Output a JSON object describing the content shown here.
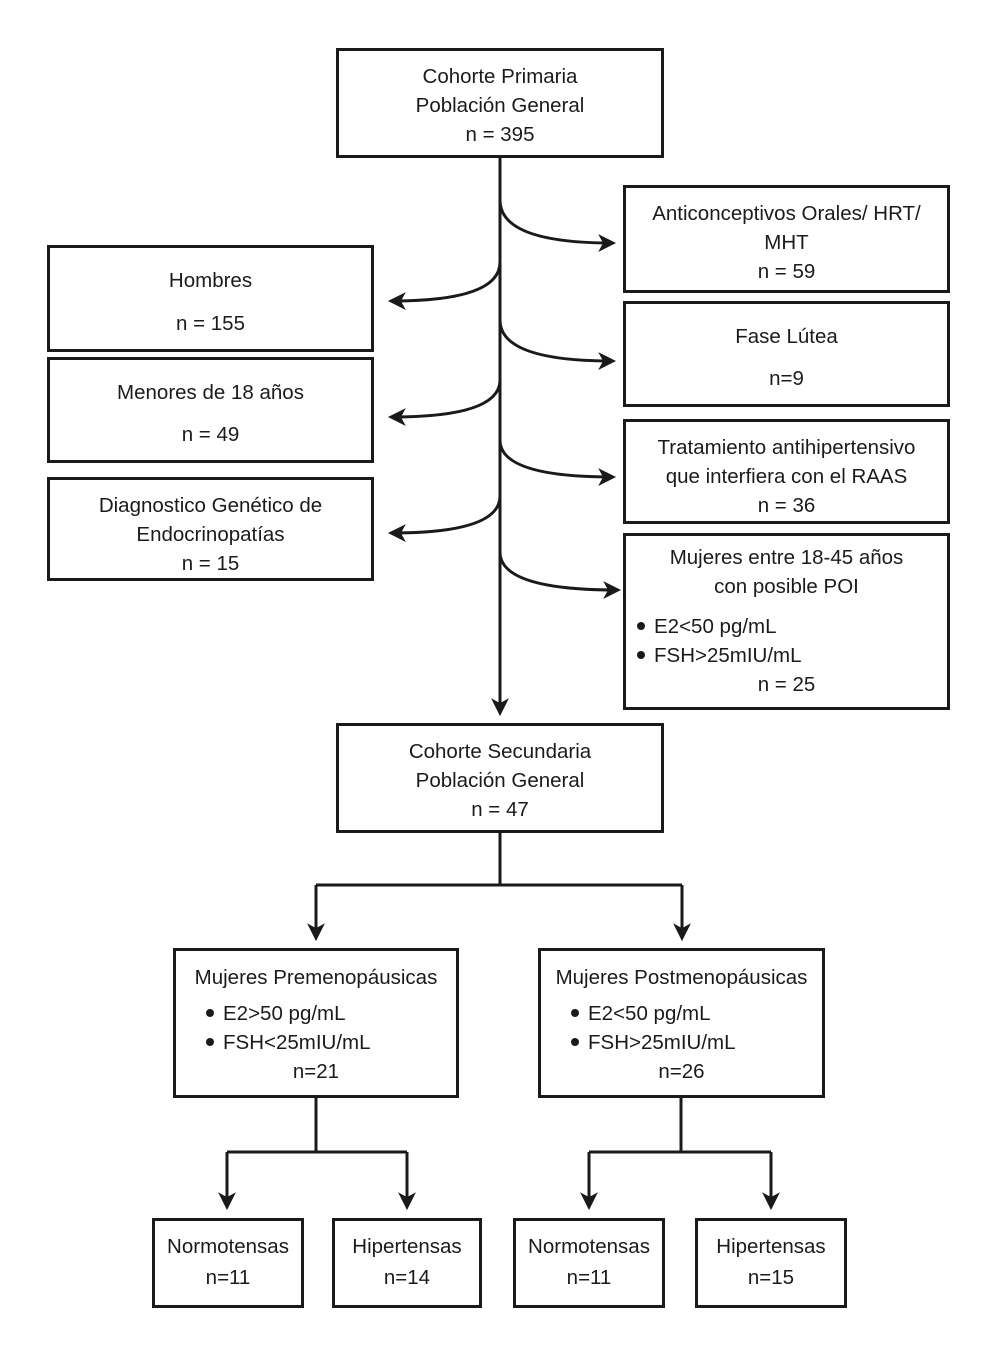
{
  "diagram": {
    "background_color": "#ffffff",
    "line_color": "#1a1a1a",
    "nodes": {
      "cohorte_primaria": {
        "title1": "Cohorte Primaria",
        "title2": "Población General",
        "n": "n = 395"
      },
      "anticonceptivos": {
        "title1": "Anticonceptivos Orales/ HRT/",
        "title2": "MHT",
        "n": "n = 59"
      },
      "fase_lutea": {
        "title1": "Fase Lútea",
        "n": "n=9"
      },
      "tratamiento": {
        "title1": "Tratamiento antihipertensivo",
        "title2": "que interfiera con el RAAS",
        "n": "n = 36"
      },
      "mujeres_poi": {
        "title1": "Mujeres entre 18-45 años",
        "title2": "con posible POI",
        "bullet1": "E2<50 pg/mL",
        "bullet2": "FSH>25mIU/mL",
        "n": "n = 25"
      },
      "hombres": {
        "title1": "Hombres",
        "n": "n = 155"
      },
      "menores": {
        "title1": "Menores de 18 años",
        "n": "n = 49"
      },
      "diagnostico": {
        "title1": "Diagnostico Genético de",
        "title2": "Endocrinopatías",
        "n": "n = 15"
      },
      "cohorte_secundaria": {
        "title1": "Cohorte Secundaria",
        "title2": "Población General",
        "n": "n = 47"
      },
      "premenopausicas": {
        "title1": "Mujeres Premenopáusicas",
        "bullet1": "E2>50 pg/mL",
        "bullet2": "FSH<25mIU/mL",
        "n": "n=21"
      },
      "postmenopausicas": {
        "title1": "Mujeres Postmenopáusicas",
        "bullet1": "E2<50 pg/mL",
        "bullet2": "FSH>25mIU/mL",
        "n": "n=26"
      },
      "normotensas_pre": {
        "title1": "Normotensas",
        "n": "n=11"
      },
      "hipertensas_pre": {
        "title1": "Hipertensas",
        "n": "n=14"
      },
      "normotensas_post": {
        "title1": "Normotensas",
        "n": "n=11"
      },
      "hipertensas_post": {
        "title1": "Hipertensas",
        "n": "n=15"
      }
    },
    "edges": [
      {
        "from": "cohorte_primaria",
        "to": "anticonceptivos"
      },
      {
        "from": "cohorte_primaria",
        "to": "hombres"
      },
      {
        "from": "cohorte_primaria",
        "to": "fase_lutea"
      },
      {
        "from": "cohorte_primaria",
        "to": "menores"
      },
      {
        "from": "cohorte_primaria",
        "to": "tratamiento"
      },
      {
        "from": "cohorte_primaria",
        "to": "diagnostico"
      },
      {
        "from": "cohorte_primaria",
        "to": "mujeres_poi"
      },
      {
        "from": "cohorte_primaria",
        "to": "cohorte_secundaria"
      },
      {
        "from": "cohorte_secundaria",
        "to": "premenopausicas"
      },
      {
        "from": "cohorte_secundaria",
        "to": "postmenopausicas"
      },
      {
        "from": "premenopausicas",
        "to": "normotensas_pre"
      },
      {
        "from": "premenopausicas",
        "to": "hipertensas_pre"
      },
      {
        "from": "postmenopausicas",
        "to": "normotensas_post"
      },
      {
        "from": "postmenopausicas",
        "to": "hipertensas_post"
      }
    ]
  }
}
